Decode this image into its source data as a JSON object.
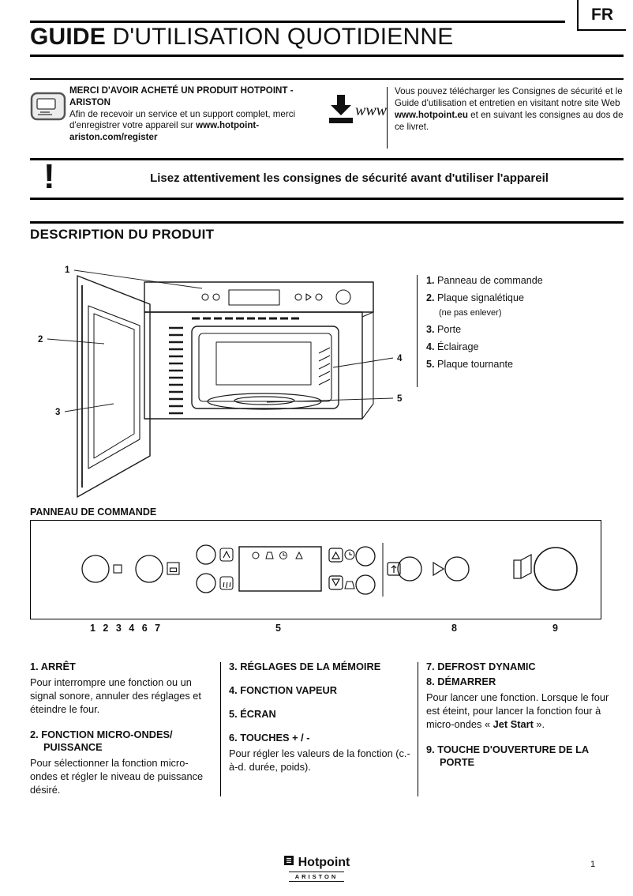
{
  "page": {
    "lang": "FR",
    "number": "1"
  },
  "header": {
    "title_bold": "GUIDE",
    "title_rest": " D'UTILISATION QUOTIDIENNE"
  },
  "register": {
    "heading": "MERCI D'AVOIR ACHETÉ UN PRODUIT HOTPOINT - ARISTON",
    "body": "Afin de recevoir un service et un support complet, merci d'enregistrer votre appareil sur ",
    "url": "www.hotpoint-ariston.com/register"
  },
  "download": {
    "www_label": "www",
    "text_before": "Vous pouvez télécharger les Consignes de sécurité et le Guide d'utilisation et entretien en visitant notre site Web ",
    "url": "www.hotpoint.eu",
    "text_after": " et en suivant les consignes au dos de ce livret."
  },
  "warning": {
    "icon": "!",
    "text": "Lisez attentivement les consignes de sécurité avant d'utiliser l'appareil"
  },
  "product": {
    "heading": "DESCRIPTION DU PRODUIT",
    "callouts": [
      "1",
      "2",
      "3",
      "4",
      "5"
    ],
    "legend": [
      {
        "num": "1.",
        "label": "Panneau de commande"
      },
      {
        "num": "2.",
        "label": "Plaque signalétique",
        "note": "(ne pas enlever)"
      },
      {
        "num": "3.",
        "label": "Porte"
      },
      {
        "num": "4.",
        "label": "Éclairage"
      },
      {
        "num": "5.",
        "label": "Plaque tournante"
      }
    ]
  },
  "panel": {
    "heading": "PANNEAU DE COMMANDE",
    "group_left": "1 2 3 4 6 7",
    "display_num": "5",
    "start_num": "8",
    "door_num": "9"
  },
  "controls": {
    "c1": {
      "num": "1.",
      "title": "ARRÊT",
      "body": "Pour interrompre une fonction ou un signal sonore, annuler des réglages et éteindre le four."
    },
    "c2": {
      "num": "2.",
      "title": "FONCTION MICRO-ONDES/ PUISSANCE",
      "body": "Pour sélectionner la fonction micro-ondes et régler le niveau de puissance désiré."
    },
    "c3": {
      "num": "3.",
      "title": "RÉGLAGES DE LA MÉMOIRE"
    },
    "c4": {
      "num": "4.",
      "title": "FONCTION VAPEUR"
    },
    "c5": {
      "num": "5.",
      "title": "ÉCRAN"
    },
    "c6": {
      "num": "6.",
      "title": "TOUCHES + / -",
      "body": "Pour régler les valeurs de la fonction (c.-à-d. durée, poids)."
    },
    "c7": {
      "num": "7.",
      "title": "DEFROST DYNAMIC"
    },
    "c8": {
      "num": "8.",
      "title": "DÉMARRER",
      "body_before": "Pour lancer une fonction. Lorsque le four est éteint, pour lancer la fonction four à micro-ondes « ",
      "body_bold": "Jet Start",
      "body_after": " »."
    },
    "c9": {
      "num": "9.",
      "title": "TOUCHE D'OUVERTURE DE LA PORTE"
    }
  },
  "footer": {
    "brand": "Hotpoint",
    "sub": "ARISTON"
  }
}
